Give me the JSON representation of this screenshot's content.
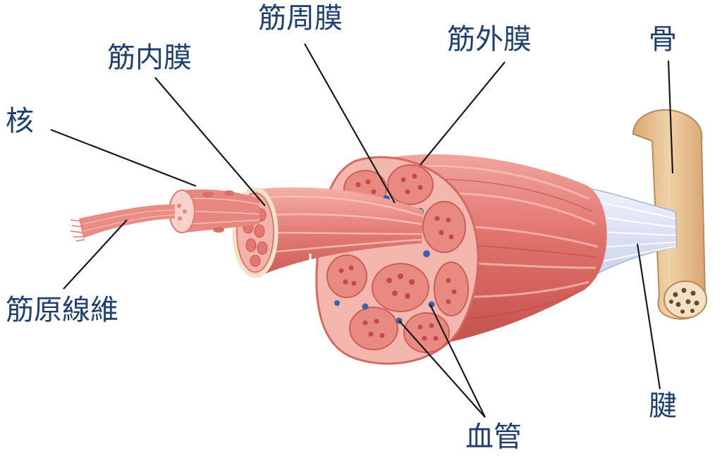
{
  "labels": {
    "perimysium": "筋周膜",
    "endomysium": "筋内膜",
    "epimysium": "筋外膜",
    "bone": "骨",
    "nucleus": "核",
    "myofibril": "筋原線維",
    "tendon": "腱",
    "blood_vessel": "血管"
  },
  "colors": {
    "label_text": "#1f3f6e",
    "leader_line": "#1a1a1a",
    "muscle": "#e0736f",
    "muscle_dark": "#c85450",
    "muscle_light": "#f3b7b0",
    "fascicle_bg": "#f7c9c3",
    "tendon": "#dfe4f4",
    "bone": "#e6c192",
    "vessel": "#3f5fa8"
  }
}
